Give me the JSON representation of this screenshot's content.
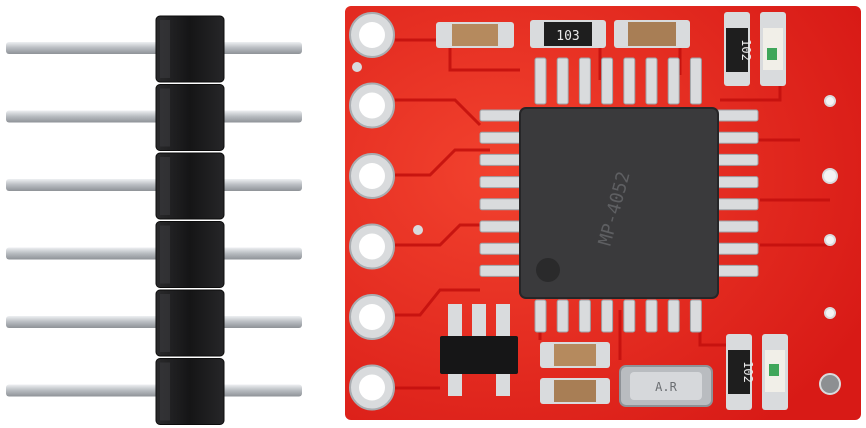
{
  "photo": {
    "subject": "pcb-module-with-pin-header",
    "colors": {
      "background": "#ffffff",
      "pcb": "#e3201b",
      "pcb_highlight": "#f2422e",
      "trace": "#c7120f",
      "ic_body": "#3a3a3c",
      "header_plastic": "#1c1c1e",
      "pin_metal": "#c9ccd0",
      "pad_tin": "#d9dbdd",
      "smd_resistor": "#1e1e1e",
      "smd_capacitor": "#b58a5e"
    },
    "pin_header": {
      "pin_count": 6
    },
    "board": {
      "edge_pad_count": 6
    },
    "chip": {
      "pins_per_side": 8,
      "marking": "MP-4052"
    },
    "resistor_top_label": "103",
    "resistor_right_top_label": "102",
    "resistor_right_bottom_label": "102",
    "crystal_label": "A.R"
  }
}
